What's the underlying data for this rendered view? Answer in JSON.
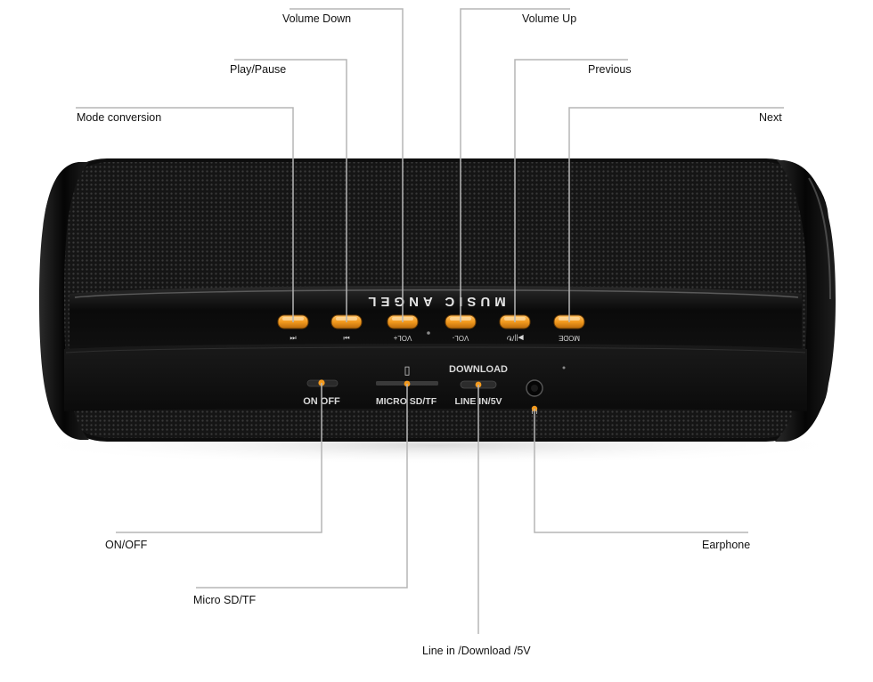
{
  "device": {
    "brand_text": "MUSIC ANGEL",
    "button_marks": [
      "⏮",
      "⏭",
      "VOL+",
      "VOL-",
      "▶||/↻",
      "MODE"
    ],
    "port_labels": {
      "switch": "ON  OFF",
      "card": "MICRO SD/TF",
      "line": "LINE IN/5V",
      "download": "DOWNLOAD"
    }
  },
  "callouts": {
    "volume_down": "Volume Down",
    "volume_up": "Volume Up",
    "play_pause": "Play/Pause",
    "previous": "Previous",
    "mode_conversion": "Mode conversion",
    "next": "Next",
    "on_off": "ON/OFF",
    "earphone": "Earphone",
    "micro_sd": "Micro SD/TF",
    "line_in": "Line in /Download /5V"
  },
  "colors": {
    "accent": "#f39a1e",
    "leader": "#b5b5b5",
    "body": "#0d0d0d"
  }
}
